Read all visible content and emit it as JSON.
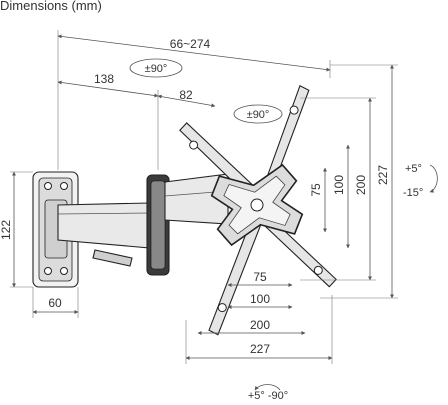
{
  "title": "Dimensions (mm)",
  "dimensions": {
    "overall_depth": "66~274",
    "arm_length_138": "138",
    "arm_length_82": "82",
    "plate_height_122": "122",
    "plate_width_60": "60",
    "vesa_h_75": "75",
    "vesa_h_100": "100",
    "vesa_h_200": "200",
    "vesa_h_227": "227",
    "vesa_w_75": "75",
    "vesa_w_100": "100",
    "vesa_w_200": "200",
    "vesa_w_227": "227"
  },
  "rotations": {
    "arm_swivel": "±90°",
    "plate_rotation": "±90°",
    "tilt_up": "+5°",
    "tilt_down": "-15°",
    "swivel": "+5° -90°"
  },
  "colors": {
    "line": "#222222",
    "fill_dark": "#3a3a3a",
    "fill_light": "#e6e6e6"
  }
}
